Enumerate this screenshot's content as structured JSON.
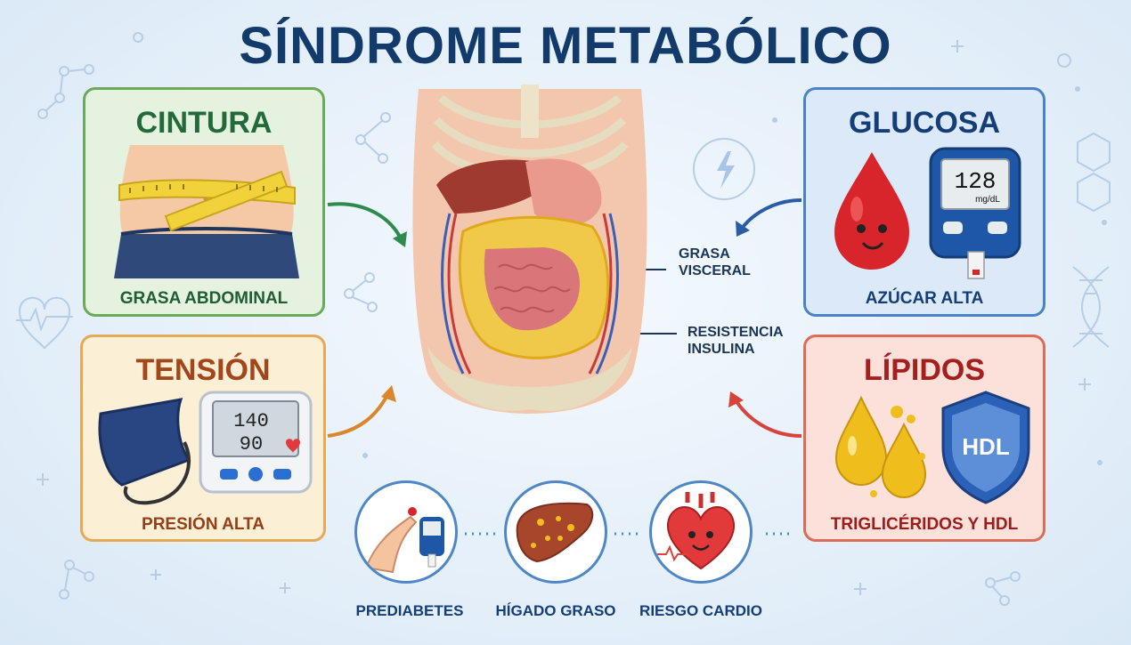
{
  "title": "SÍNDROME METABÓLICO",
  "cards": {
    "cintura": {
      "title": "CINTURA",
      "caption": "GRASA ABDOMINAL"
    },
    "tension": {
      "title": "TENSIÓN",
      "caption": "PRESIÓN ALTA",
      "monitor_top": "140",
      "monitor_bottom": "90"
    },
    "glucosa": {
      "title": "GLUCOSA",
      "caption": "AZÚCAR ALTA",
      "meter_value": "128",
      "meter_unit": "mg/dL"
    },
    "lipidos": {
      "title": "LÍPIDOS",
      "caption": "TRIGLICÉRIDOS Y HDL",
      "shield_text": "HDL"
    }
  },
  "anatomy_labels": {
    "visceral_line1": "GRASA",
    "visceral_line2": "VISCERAL",
    "resistencia_line1": "RESISTENCIA",
    "resistencia_line2": "INSULINA"
  },
  "outcomes": [
    {
      "label": "PREDIABETES",
      "icon": "finger-prick-glucometer-icon"
    },
    {
      "label": "HÍGADO GRASO",
      "icon": "fatty-liver-icon"
    },
    {
      "label": "RIESGO CARDIO",
      "icon": "heart-icon"
    }
  ],
  "colors": {
    "title": "#123a6b",
    "cintura": "#6aaa5a",
    "tension": "#e6a955",
    "glucosa": "#4b82c6",
    "lipidos": "#dd6b58"
  }
}
